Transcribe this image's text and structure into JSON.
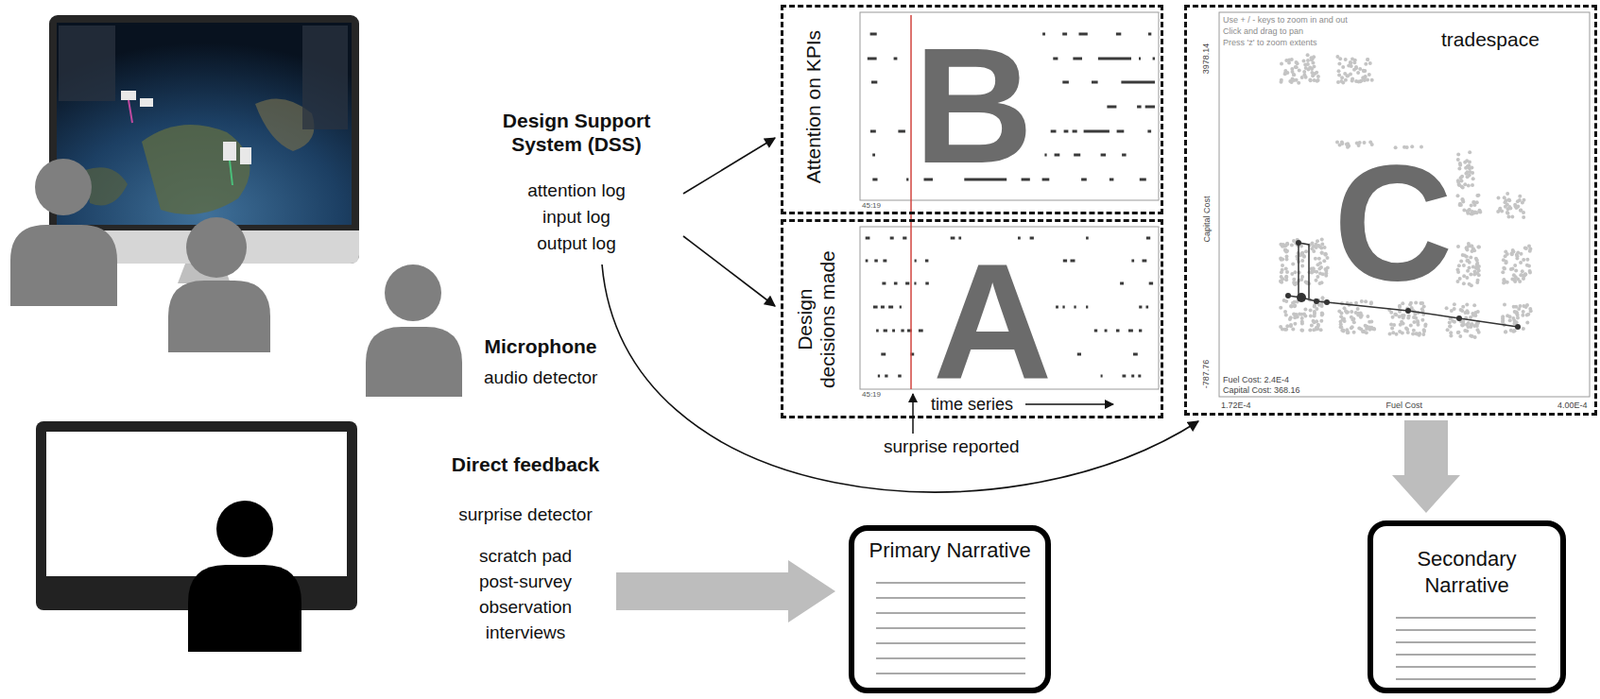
{
  "diagram": {
    "nodes": [
      {
        "text": [
          "Design Support System (DSS)",
          "attention log",
          "input log",
          "output log"
        ]
      },
      {
        "text": [
          "Attention on KPIs",
          "B"
        ]
      },
      {
        "text": [
          "Design decisions made",
          "A"
        ]
      },
      {
        "text": [
          "tradespace",
          "C"
        ]
      },
      {
        "text": [
          "Direct feedback",
          "surprise detector",
          "scratch pad",
          "post-survey",
          "observation",
          "interviews"
        ]
      },
      {
        "text": [
          "Primary Narrative"
        ]
      },
      {
        "text": [
          "Secondary Narrative"
        ]
      }
    ],
    "edges": [
      {
        "from": 0,
        "to": 1,
        "arrow": "to"
      },
      {
        "from": 0,
        "to": 2,
        "arrow": "to"
      },
      {
        "from": 0,
        "to": 3,
        "arrow": "to"
      },
      {
        "from": 4,
        "to": 5,
        "arrow": "to"
      },
      {
        "from": 3,
        "to": 6,
        "arrow": "to"
      }
    ],
    "labels": [
      "Microphone",
      "audio detector",
      "45:19",
      "45:19",
      "time series",
      "surprise reported",
      "Use + / - keys to zoom in and out",
      "Click and drag to pan",
      "Press 'z' to zoom extents",
      "3978.14",
      "Capital Cost",
      "-787.76",
      "1.72E-4",
      "Fuel Cost",
      "4.00E-4",
      "Fuel Cost: 2.4E-4",
      "Capital Cost: 368.16"
    ]
  }
}
